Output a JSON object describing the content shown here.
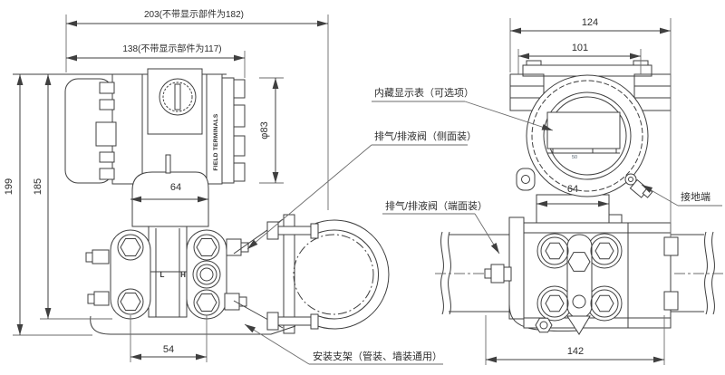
{
  "left_view": {
    "dim_depth_total": "203(不带显示部件为182)",
    "dim_depth_body": "138(不带显示部件为117)",
    "dim_height_total": "199",
    "dim_height_body": "185",
    "dim_cover_diameter": "φ83",
    "dim_neck_width": "64",
    "dim_port_spacing": "54",
    "marking_field_terminals": "FIELD TERMINALS",
    "marking_low_side": "L",
    "marking_high_side": "H"
  },
  "right_view": {
    "dim_width_total": "124",
    "dim_width_cover": "101",
    "dim_neck_width": "64",
    "dim_flange_width": "142",
    "display_scale_marking": "50"
  },
  "callouts": {
    "display": "内藏显示表（可选项）",
    "vent_side": "排气/排液阀（侧面装）",
    "vent_end": "排气/排液阀（端面装）",
    "ground": "接地端",
    "bracket": "安装支架（管装、墙装通用）"
  },
  "colors": {
    "line": "#3f3f3f",
    "background": "#ffffff"
  }
}
